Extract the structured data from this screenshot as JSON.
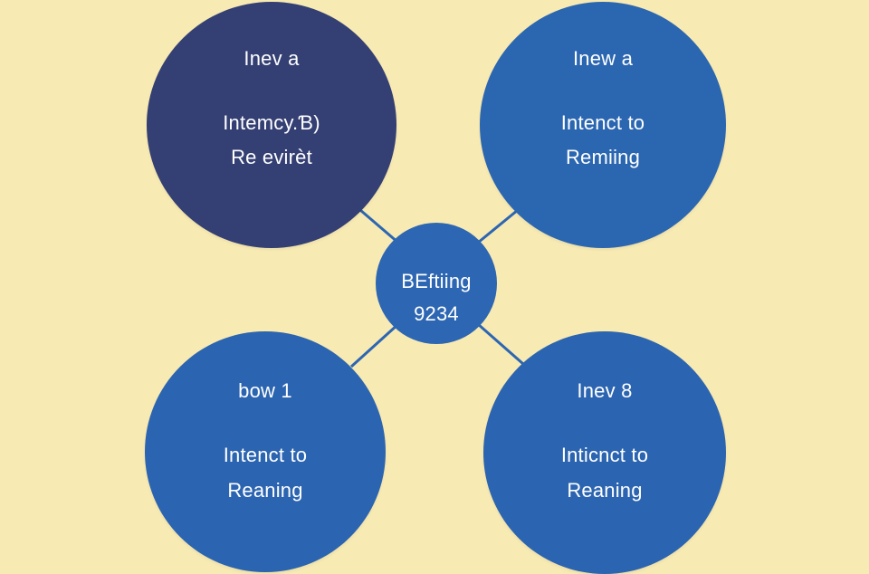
{
  "nodes": {
    "top_left": {
      "title": "Inev a",
      "line1": "Intemcy.Ɓ)",
      "line2": "Re evirèt",
      "color": "#343f73"
    },
    "top_right": {
      "title": "Inew a",
      "line1": "Intenct to",
      "line2": "Remiing",
      "color": "#2b66b1"
    },
    "center": {
      "line1": "BEftiing",
      "line2": "9234",
      "color": "#2d66b2"
    },
    "bottom_left": {
      "title": "bow 1",
      "line1": "Intenct to",
      "line2": "Reaning",
      "color": "#2b64b0"
    },
    "bottom_right": {
      "title": "Inev 8",
      "line1": "Inticnct to",
      "line2": "Reaning",
      "color": "#2b64b0"
    }
  },
  "colors": {
    "background": "#f8eab3",
    "connector": "#2d66b2",
    "text": "#ffffff"
  }
}
